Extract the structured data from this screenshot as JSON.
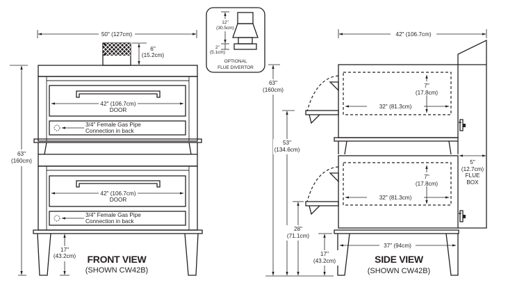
{
  "front_view": {
    "title": "FRONT VIEW",
    "subtitle": "(SHOWN CW42B)",
    "overall_width": "50\" (127cm)",
    "flue_height_in": "6\"",
    "flue_height_cm": "(15.2cm)",
    "overall_height_in": "63\"",
    "overall_height_cm": "(160cm)",
    "leg_height_in": "17\"",
    "leg_height_cm": "(43.2cm)",
    "decks": [
      {
        "door_width": "42\" (106.7cm)",
        "door_label": "DOOR",
        "gas_line1": "3/4\" Female Gas Pipe",
        "gas_line2": "Connection in back"
      },
      {
        "door_width": "42\" (106.7cm)",
        "door_label": "DOOR",
        "gas_line1": "3/4\" Female Gas Pipe",
        "gas_line2": "Connection in back"
      }
    ]
  },
  "flue_divertor": {
    "label_line1": "OPTIONAL",
    "label_line2": "FLUE DIVERTOR",
    "height_in": "12\"",
    "height_cm": "(30.5cm)",
    "gap_in": "2\"",
    "gap_cm": "(5.1cm)"
  },
  "side_view": {
    "title": "SIDE VIEW",
    "subtitle": "(SHOWN CW42B)",
    "overall_depth": "42\" (106.7cm)",
    "overall_height_in": "63\"",
    "overall_height_cm": "(160cm)",
    "upper_deck_height_in": "53\"",
    "upper_deck_height_cm": "(134.6cm)",
    "lower_deck_height_in": "28\"",
    "lower_deck_height_cm": "(71.1cm)",
    "leg_height_in": "17\"",
    "leg_height_cm": "(43.2cm)",
    "leg_span": "37\" (94cm)",
    "flue_box_in": "5\"",
    "flue_box_cm": "(12.7cm)",
    "flue_box_label1": "FLUE",
    "flue_box_label2": "BOX",
    "decks": [
      {
        "chamber_depth": "32\" (81.3cm)",
        "chamber_height_in": "7\"",
        "chamber_height_cm": "(17.8cm)"
      },
      {
        "chamber_depth": "32\" (81.3cm)",
        "chamber_height_in": "7\"",
        "chamber_height_cm": "(17.8cm)"
      }
    ]
  },
  "colors": {
    "line": "#231f20",
    "background": "#ffffff"
  }
}
